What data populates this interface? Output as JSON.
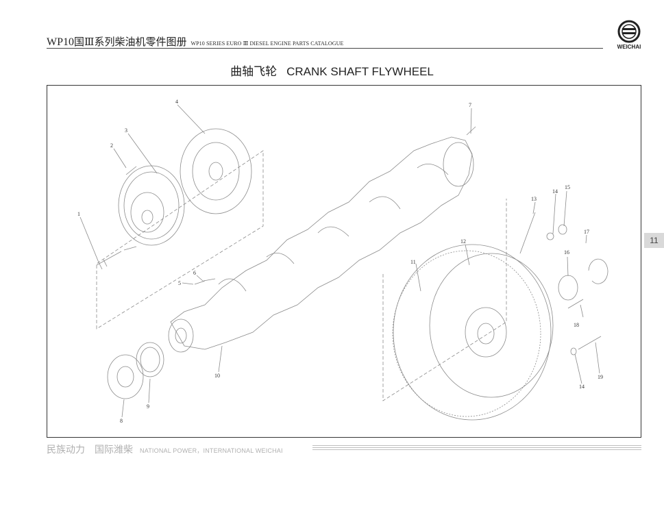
{
  "header": {
    "title_prefix": "WP10",
    "title_cn": "国Ⅲ系列柴油机零件图册",
    "title_en": "WP10 SERIES EURO Ⅲ DIESEL ENGINE PARTS CATALOGUE"
  },
  "logo": {
    "icon": "weichai-logo-icon",
    "text": "WEICHAI"
  },
  "page_title": {
    "cn": "曲轴飞轮",
    "en": "CRANK SHAFT FLYWHEEL"
  },
  "callouts": [
    "1",
    "2",
    "3",
    "4",
    "5",
    "6",
    "7",
    "8",
    "9",
    "10",
    "11",
    "12",
    "13",
    "14",
    "15",
    "16",
    "17",
    "18",
    "14",
    "19"
  ],
  "page_tab": "11",
  "footer": {
    "slogan_cn": "民族动力　国际潍柴",
    "slogan_en": "NATIONAL POWER，INTERNATIONAL WEICHAI"
  }
}
